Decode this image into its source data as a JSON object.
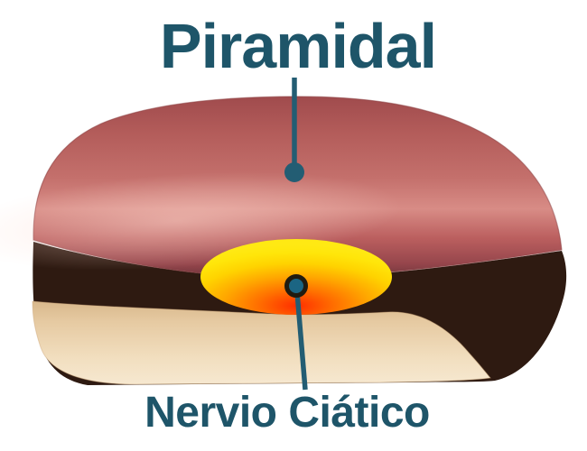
{
  "diagram": {
    "type": "anatomical-illustration",
    "labels": {
      "muscle": "Piramidal",
      "nerve": "Nervio Ciático"
    },
    "colors": {
      "background": "#ffffff",
      "label_text": "#1e5569",
      "pointer_line": "#235d73",
      "pointer_dot": "#235d73",
      "nerve_dot_ring": "#201b10",
      "nerve_dot_core": "#1b6583",
      "muscle_pink_top": "#a04b4d",
      "muscle_pink_highlight": "#d88c86",
      "muscle_pink_shadow": "#6f343c",
      "deep_tissue_brown": "#2e1a11",
      "bone_cream_top": "#d8b88c",
      "bone_cream_bottom": "#f6e8d0",
      "nerve_yellow": "#ffe913",
      "nerve_orange": "#ff6f00",
      "nerve_red": "#ff2f00"
    }
  }
}
